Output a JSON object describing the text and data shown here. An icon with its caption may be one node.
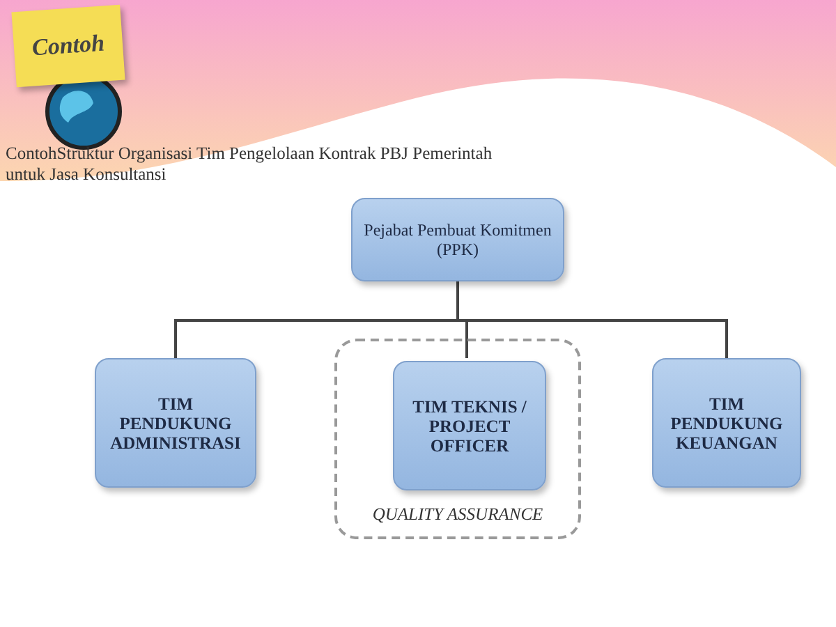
{
  "diagram": {
    "title": "ContohStruktur Organisasi Tim Pengelolaan Kontrak PBJ Pemerintah untuk Jasa Konsultansi",
    "nodes": [
      {
        "text": [
          "Contoh"
        ]
      },
      {
        "text": [
          "Pejabat Pembuat Komitmen (PPK)"
        ]
      },
      {
        "text": [
          "TIM PENDUKUNG ADMINISTRASI"
        ]
      },
      {
        "text": [
          "QUALITY ASSURANCE"
        ]
      },
      {
        "text": [
          "TIM TEKNIS / PROJECT OFFICER"
        ],
        "in": 3
      },
      {
        "text": [
          "TIM PENDUKUNG KEUANGAN"
        ]
      }
    ],
    "edges": [
      {
        "from": 1,
        "to": 2,
        "arrow": "none"
      },
      {
        "from": 1,
        "to": 4,
        "arrow": "none"
      },
      {
        "from": 1,
        "to": 5,
        "arrow": "none"
      }
    ]
  }
}
